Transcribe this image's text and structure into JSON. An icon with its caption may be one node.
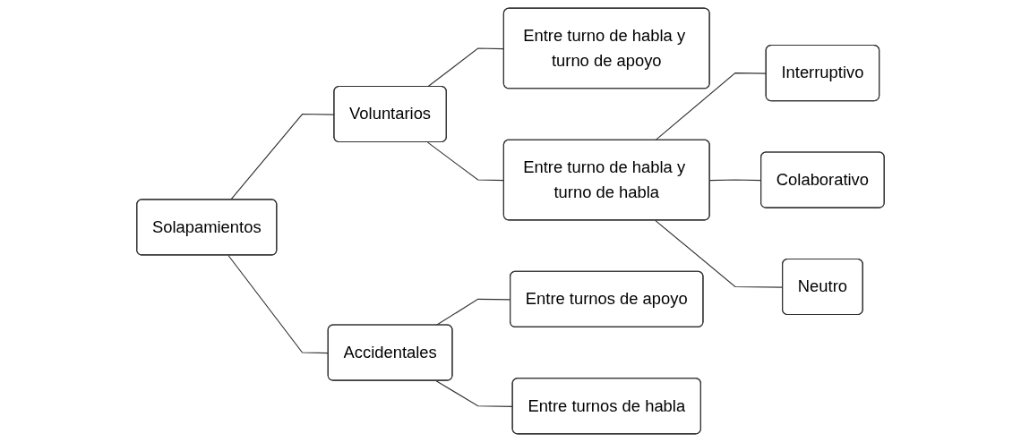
{
  "diagram": {
    "nodes": [
      {
        "text": [
          "Solapamientos"
        ]
      },
      {
        "text": [
          "Voluntarios"
        ]
      },
      {
        "text": [
          "Accidentales"
        ]
      },
      {
        "text": [
          "Entre turno de habla y turno de apoyo"
        ]
      },
      {
        "text": [
          "Entre turno de habla y turno de habla"
        ]
      },
      {
        "text": [
          "Interruptivo"
        ]
      },
      {
        "text": [
          "Colaborativo"
        ]
      },
      {
        "text": [
          "Neutro"
        ]
      },
      {
        "text": [
          "Entre turnos de apoyo"
        ]
      },
      {
        "text": [
          "Entre turnos de habla"
        ]
      }
    ],
    "edges": [
      {
        "from": 0,
        "to": 1,
        "arrow": "none"
      },
      {
        "from": 0,
        "to": 2,
        "arrow": "none"
      },
      {
        "from": 1,
        "to": 3,
        "arrow": "none"
      },
      {
        "from": 1,
        "to": 4,
        "arrow": "none"
      },
      {
        "from": 4,
        "to": 5,
        "arrow": "none"
      },
      {
        "from": 4,
        "to": 6,
        "arrow": "none"
      },
      {
        "from": 4,
        "to": 7,
        "arrow": "none"
      },
      {
        "from": 2,
        "to": 8,
        "arrow": "none"
      },
      {
        "from": 2,
        "to": 9,
        "arrow": "none"
      }
    ]
  }
}
